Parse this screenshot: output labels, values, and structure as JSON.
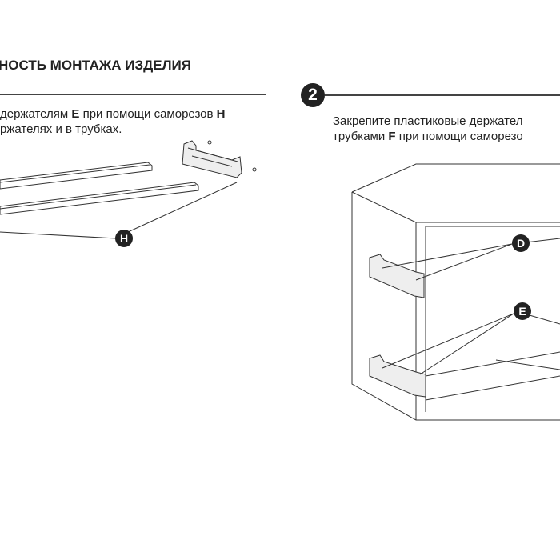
{
  "header": {
    "title": "НОСТЬ МОНТАЖА ИЗДЕЛИЯ"
  },
  "step1": {
    "line1_a": "держателям ",
    "line1_b": "E",
    "line1_c": " при помощи саморезов ",
    "line1_d": "H",
    "line2": "ржателях и в трубках.",
    "callout": "H"
  },
  "step2": {
    "number": "2",
    "line1": "Закрепите пластиковые держател",
    "line2_a": "трубками ",
    "line2_b": "F",
    "line2_c": " при помощи саморезо",
    "callout_d": "D",
    "callout_e": "E"
  }
}
